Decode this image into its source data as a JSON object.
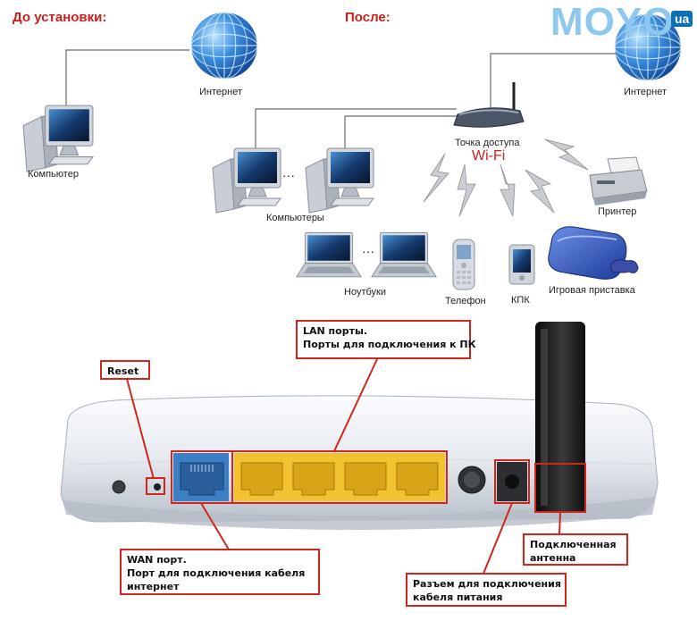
{
  "logo": {
    "text": "MOYO",
    "suffix": "ua"
  },
  "before": {
    "title": "До установки:",
    "internet_label": "Интернет",
    "computer_label": "Компьютер"
  },
  "after": {
    "title": "После:",
    "internet_label": "Интернет",
    "access_point_label": "Точка доступа",
    "wifi_label": "Wi-Fi",
    "computers_label": "Компьютеры",
    "laptops_label": "Ноутбуки",
    "phone_label": "Телефон",
    "pda_label": "КПК",
    "printer_label": "Принтер",
    "console_label": "Игровая приставка",
    "ellipsis": "···"
  },
  "callouts": {
    "reset": [
      "Reset"
    ],
    "lan": [
      "LAN порты.",
      "Порты для подключения к ПК"
    ],
    "wan": [
      "WAN порт.",
      "Порт для подключения кабеля",
      "интернет"
    ],
    "power": [
      "Разъем для подключения",
      "кабеля питания"
    ],
    "antenna": [
      "Подключенная",
      "антенна"
    ]
  },
  "colors": {
    "accent_red": "#c8201e",
    "lan_port": "#f2c230",
    "wan_port": "#3d7fc4",
    "router_body": "#e9edf2",
    "antenna": "#1a1a1a"
  }
}
